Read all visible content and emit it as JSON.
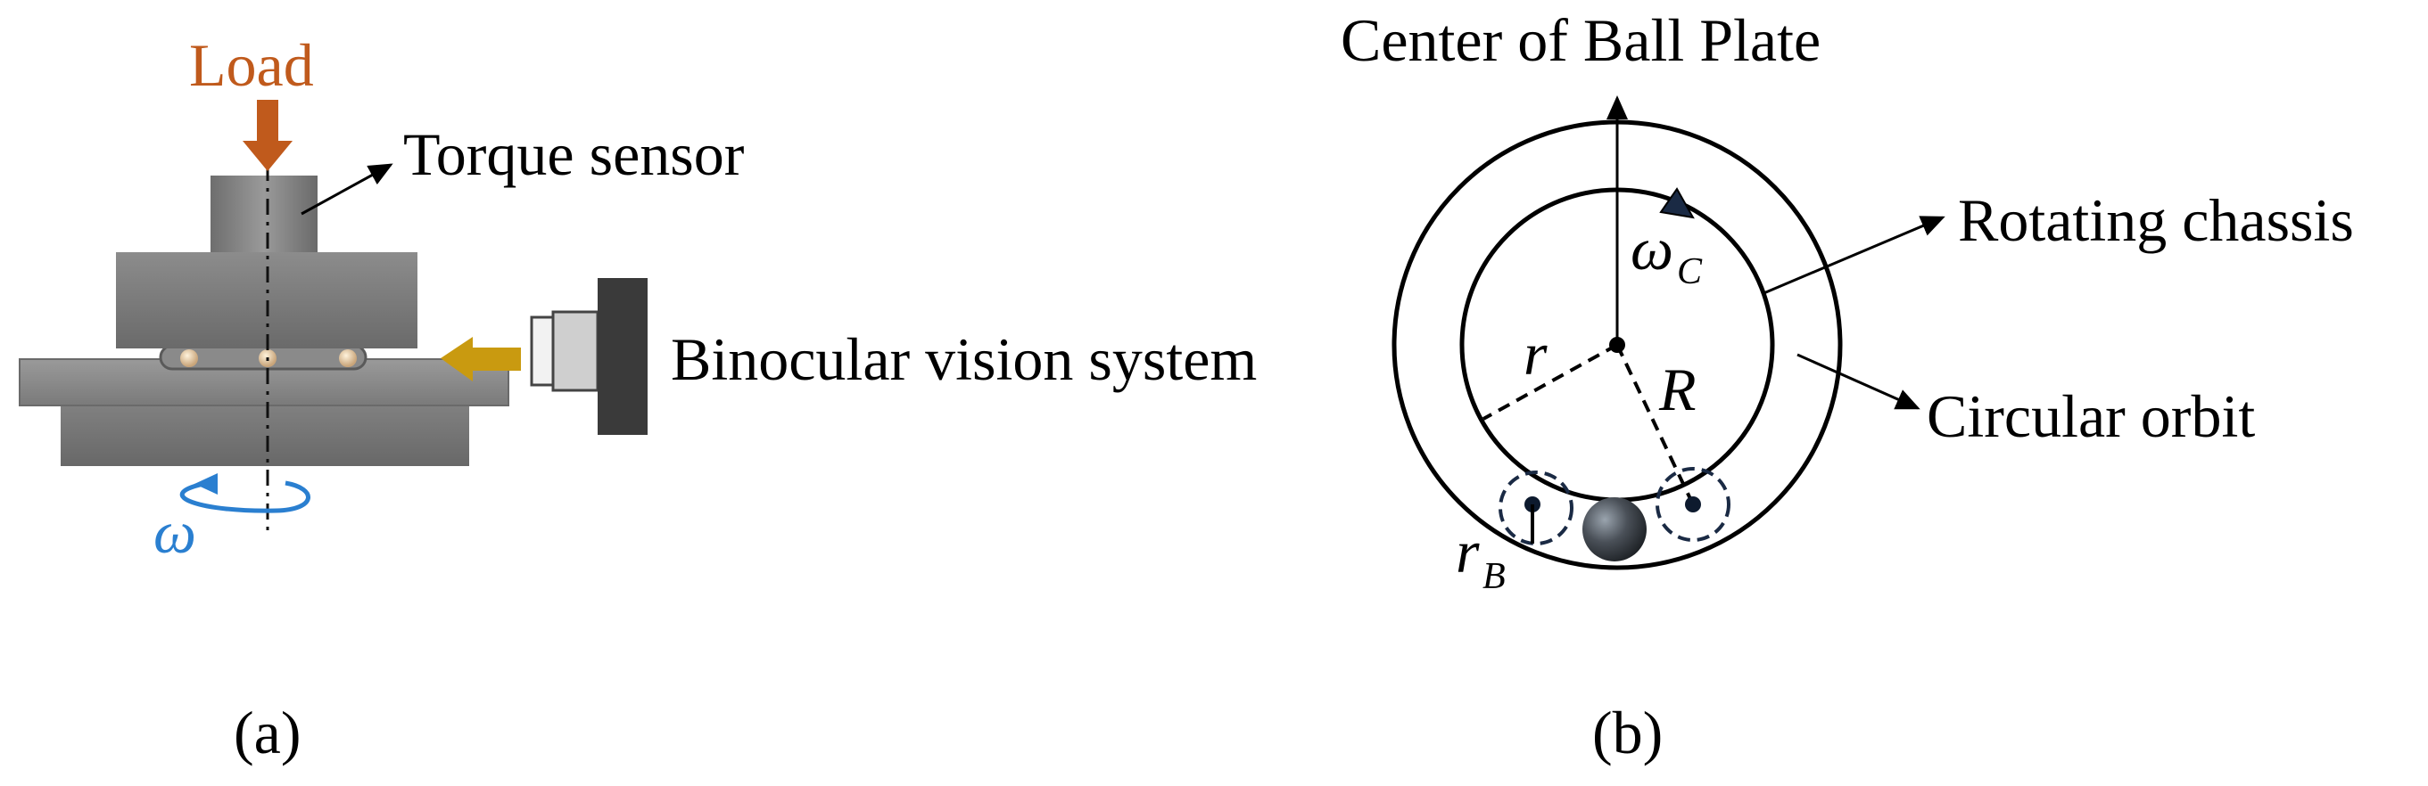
{
  "panel_a": {
    "load_label": "Load",
    "torque_label": "Torque sensor",
    "vision_label": "Binocular vision system",
    "omega_symbol": "ω",
    "caption": "(a)",
    "colors": {
      "load": "#c05a1c",
      "vision_arrow": "#c99a10",
      "omega": "#2a7fd0",
      "body": "#7f7f7f"
    }
  },
  "panel_b": {
    "center_label": "Center of Ball Plate",
    "rotating_label": "Rotating chassis",
    "orbit_label": "Circular orbit",
    "omega_c_symbol": "ω",
    "omega_c_sub": "C",
    "r_label": "r",
    "R_label": "R",
    "rb_symbol": "r",
    "rb_sub": "B",
    "caption": "(b)"
  }
}
